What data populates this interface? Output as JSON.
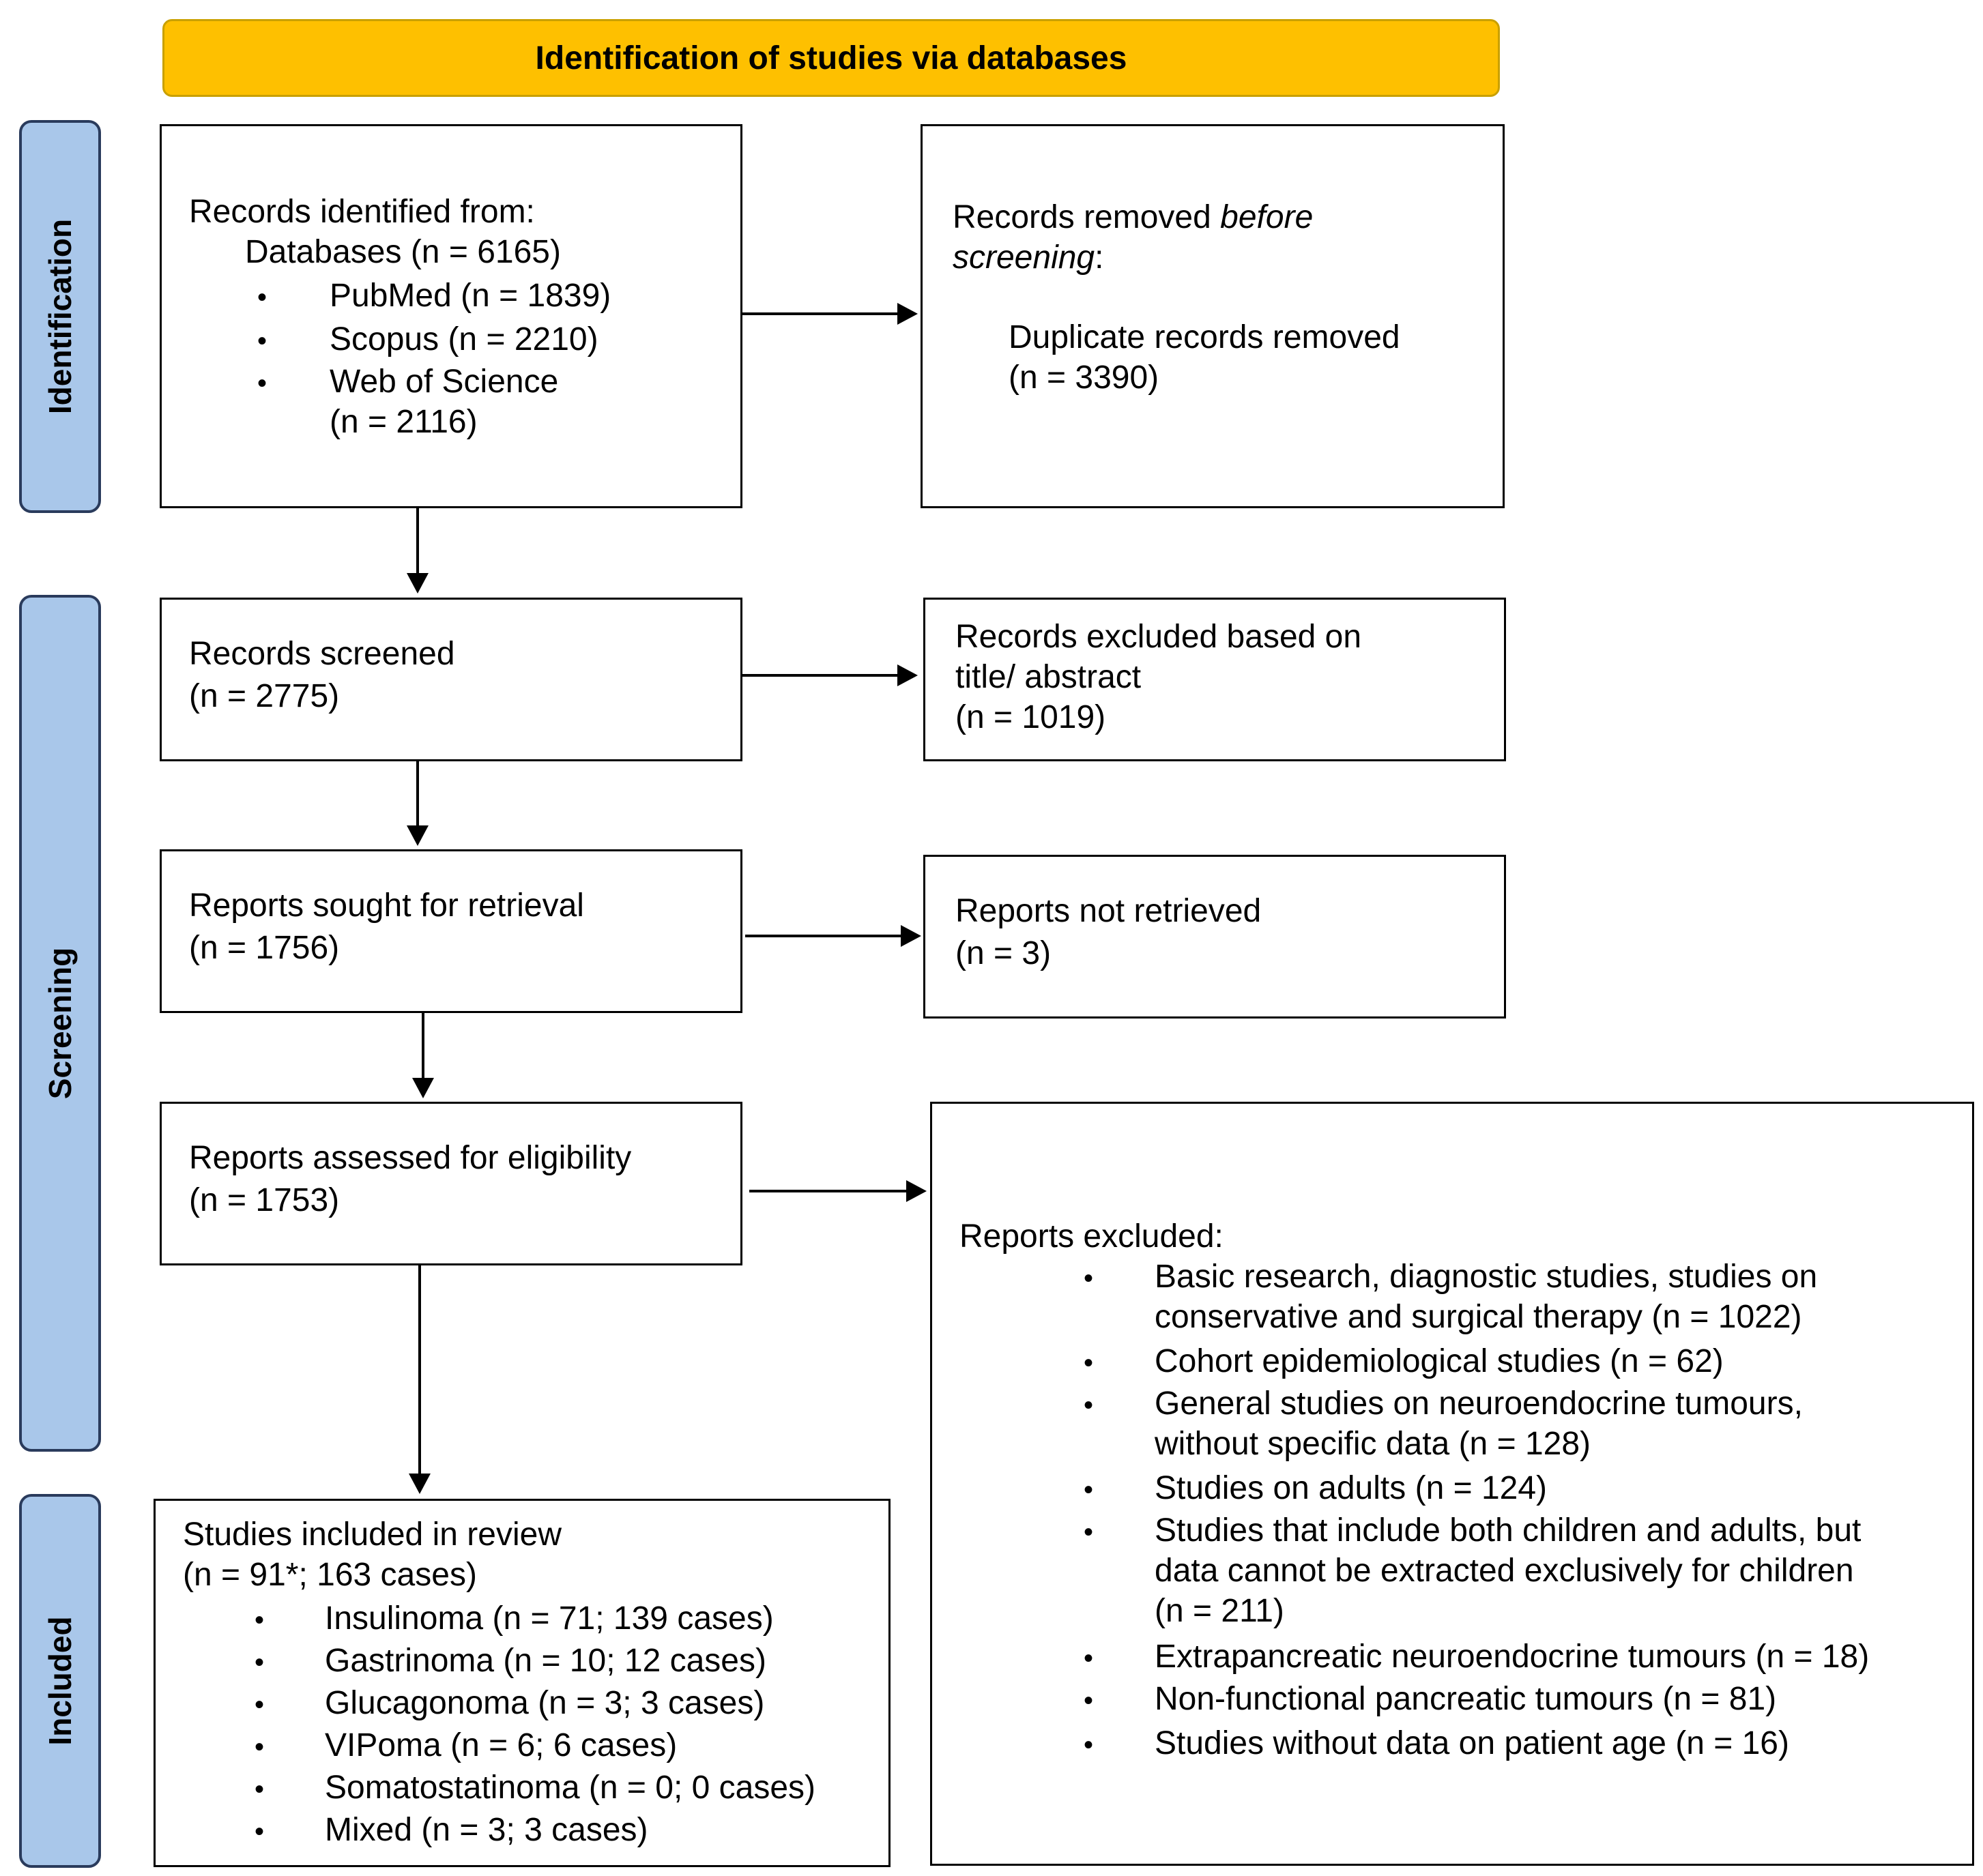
{
  "header": {
    "title": "Identification of studies via databases"
  },
  "colors": {
    "banner": "#fec000",
    "phase": "#a9c7ea",
    "phase_border": "#2a3b5c"
  },
  "phases": {
    "identification": "Identification",
    "screening": "Screening",
    "included": "Included"
  },
  "identified": {
    "heading": "Records identified from:",
    "databases": "Databases (n = 6165)",
    "sources": [
      "PubMed (n = 1839)",
      "Scopus (n = 2210)",
      "Web of Science",
      "(n = 2116)"
    ]
  },
  "removed": {
    "line1_prefix": "Records removed ",
    "line1_italic": "before",
    "line2_italic": "screening",
    "line2_suffix": ":",
    "detail": "Duplicate records removed",
    "count": "(n = 3390)"
  },
  "screened": {
    "label": "Records screened",
    "count": "(n = 2775)"
  },
  "excluded_title": {
    "line1": "Records excluded based on",
    "line2": "title/ abstract",
    "count": "(n = 1019)"
  },
  "sought": {
    "label": "Reports sought for retrieval",
    "count": "(n = 1756)"
  },
  "not_retrieved": {
    "label": "Reports not retrieved",
    "count": "(n = 3)"
  },
  "assessed": {
    "label": "Reports assessed for eligibility",
    "count": "(n = 1753)"
  },
  "reports_excluded": {
    "heading": "Reports excluded:",
    "items": [
      "Basic research, diagnostic studies, studies on",
      "conservative and surgical therapy (n = 1022)",
      "Cohort epidemiological studies (n = 62)",
      "General studies on neuroendocrine tumours,",
      "without specific data (n = 128)",
      "Studies on adults (n = 124)",
      "Studies that include both children and adults, but",
      "data cannot be extracted exclusively for children",
      "(n = 211)",
      "Extrapancreatic neuroendocrine tumours (n = 18)",
      "Non-functional pancreatic tumours (n = 81)",
      "Studies without data on patient age (n = 16)"
    ]
  },
  "included": {
    "heading": "Studies included in review",
    "count": "(n = 91*; 163 cases)",
    "items": [
      "Insulinoma (n = 71; 139 cases)",
      "Gastrinoma (n = 10; 12 cases)",
      "Glucagonoma (n = 3; 3 cases)",
      "VIPoma (n = 6; 6 cases)",
      "Somatostatinoma (n = 0; 0 cases)",
      "Mixed (n = 3; 3 cases)"
    ]
  },
  "bullet_glyph": "•"
}
